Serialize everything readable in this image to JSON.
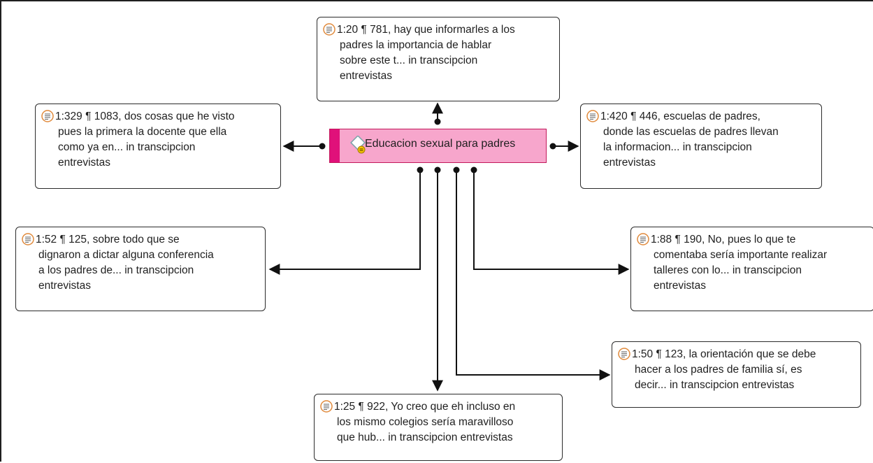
{
  "code": {
    "label": "Educacion sexual para padres",
    "icon": "code-diamond-icon",
    "color": "#f7a6cc",
    "stripe_color": "#e0117a"
  },
  "quotations": [
    {
      "id": "q-1-20",
      "icon": "document-quote-icon",
      "lines": [
        "1:20 ¶ 781, hay que informarles a los",
        "padres la importancia de hablar",
        "sobre este t... in transcipcion",
        "entrevistas"
      ]
    },
    {
      "id": "q-1-329",
      "icon": "document-quote-icon",
      "lines": [
        "1:329 ¶ 1083, dos cosas  que he visto",
        "pues la primera la docente que ella",
        "como ya en... in transcipcion",
        "entrevistas"
      ]
    },
    {
      "id": "q-1-420",
      "icon": "document-quote-icon",
      "lines": [
        "1:420 ¶ 446, escuelas de padres,",
        "donde las escuelas de padres llevan",
        "la informacion... in transcipcion",
        "entrevistas"
      ]
    },
    {
      "id": "q-1-52",
      "icon": "document-quote-icon",
      "lines": [
        "1:52 ¶ 125, sobre todo que se",
        "dignaron a dictar alguna conferencia",
        "a los padres de... in transcipcion",
        "entrevistas"
      ]
    },
    {
      "id": "q-1-88",
      "icon": "document-quote-icon",
      "lines": [
        "1:88 ¶ 190, No, pues lo que te",
        "comentaba sería importante realizar",
        "talleres con lo... in transcipcion",
        "entrevistas"
      ]
    },
    {
      "id": "q-1-50",
      "icon": "document-quote-icon",
      "lines": [
        "1:50 ¶ 123, la orientación que se debe",
        "hacer a los padres de familia sí, es",
        "decir... in transcipcion entrevistas"
      ]
    },
    {
      "id": "q-1-25",
      "icon": "document-quote-icon",
      "lines": [
        "1:25 ¶ 922, Yo creo que eh incluso en",
        "los mismo colegios sería maravilloso",
        "que hub... in transcipcion entrevistas"
      ]
    }
  ]
}
